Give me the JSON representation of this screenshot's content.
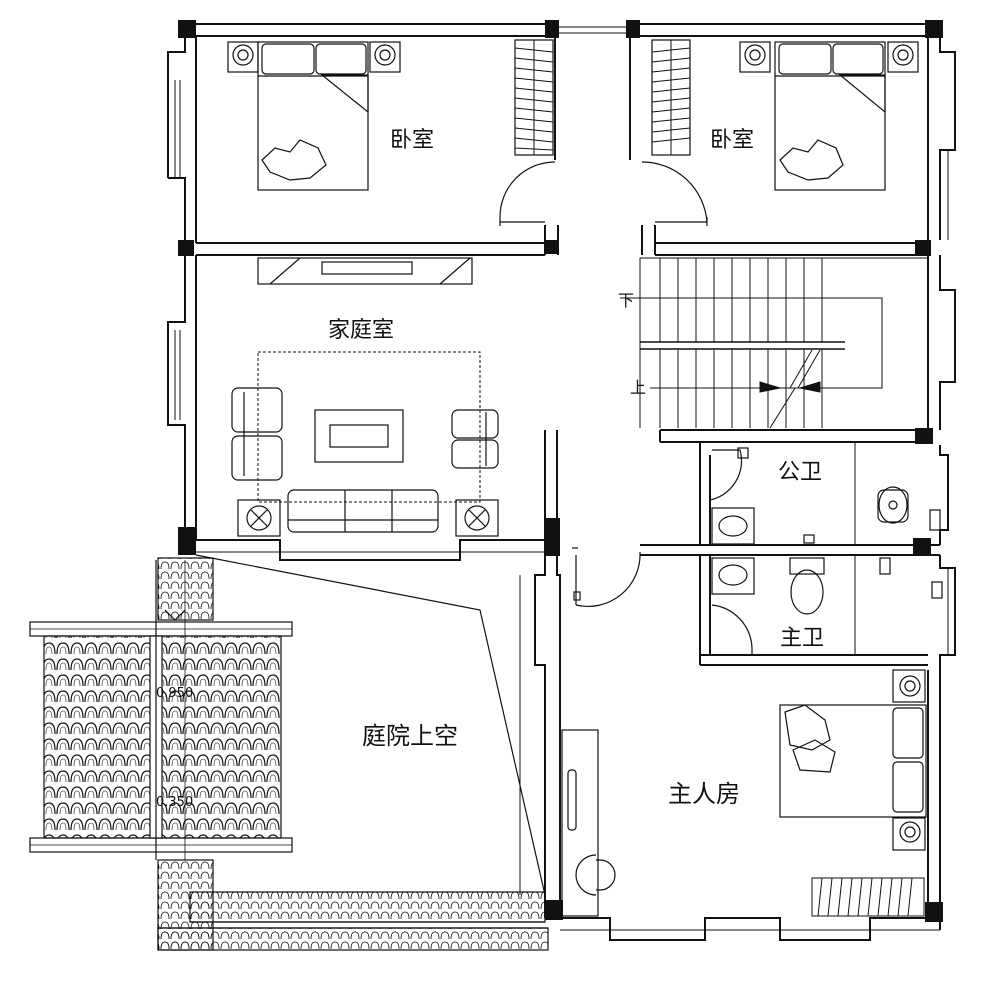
{
  "rooms": {
    "bedroom_left": "卧室",
    "bedroom_right": "卧室",
    "family_room": "家庭室",
    "public_bath": "公卫",
    "master_bath": "主卫",
    "courtyard_void": "庭院上空",
    "master_bedroom": "主人房"
  },
  "stair": {
    "down": "下",
    "up": "上"
  },
  "roof_marks": {
    "elev_upper": "0.950",
    "elev_lower": "0.350"
  },
  "colors": {
    "line": "#111111",
    "fill": "#ffffff"
  }
}
